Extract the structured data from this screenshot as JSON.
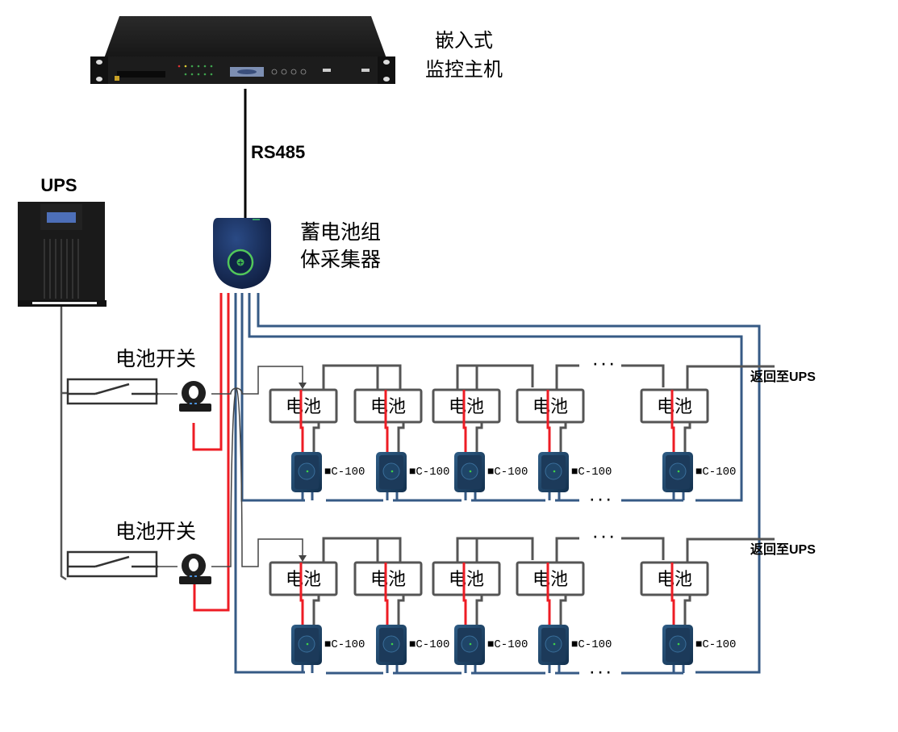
{
  "title": "蓄电池监控系统接线图",
  "colors": {
    "signal_red": "#ee1c24",
    "bus_blue": "#365a85",
    "battery_wire": "#555555",
    "thin_wire": "#444444",
    "text": "#000000"
  },
  "host": {
    "label_line1": "嵌入式",
    "label_line2": "监控主机"
  },
  "bus": {
    "label": "RS485"
  },
  "ups": {
    "label": "UPS"
  },
  "collector": {
    "label_line1": "蓄电池组",
    "label_line2": "体采集器"
  },
  "strings": [
    {
      "switch_label": "电池开关",
      "return_label": "返回至UPS",
      "batteries": [
        {
          "label": "电池",
          "module": "■C-100"
        },
        {
          "label": "电池",
          "module": "■C-100"
        },
        {
          "label": "电池",
          "module": "■C-100"
        },
        {
          "label": "电池",
          "module": "■C-100"
        },
        {
          "label": "电池",
          "module": "■C-100"
        }
      ],
      "ellipsis": "· · ·"
    },
    {
      "switch_label": "电池开关",
      "return_label": "返回至UPS",
      "batteries": [
        {
          "label": "电池",
          "module": "■C-100"
        },
        {
          "label": "电池",
          "module": "■C-100"
        },
        {
          "label": "电池",
          "module": "■C-100"
        },
        {
          "label": "电池",
          "module": "■C-100"
        },
        {
          "label": "电池",
          "module": "■C-100"
        }
      ],
      "ellipsis": "· · ·"
    }
  ]
}
